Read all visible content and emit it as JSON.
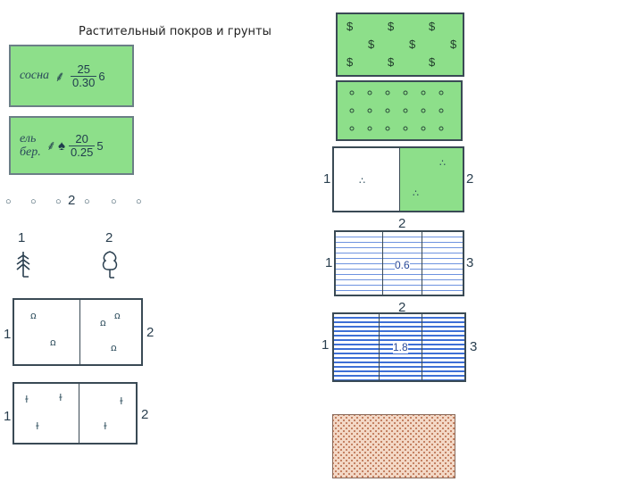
{
  "title": "Растительный покров и грунты",
  "forest1": {
    "species": "сосна",
    "height": "25",
    "diameter": "0.30",
    "spacing": "6"
  },
  "forest2": {
    "species1": "ель",
    "species2": "бер.",
    "height": "20",
    "diameter": "0.25",
    "spacing": "5"
  },
  "row_label": "2",
  "tree_labels": {
    "left": "1",
    "right": "2"
  },
  "box_labels": {
    "one": "1",
    "two": "2",
    "three": "3"
  },
  "marsh1_depth": "0.6",
  "marsh2_depth": "1.8",
  "colors": {
    "green": "#8ddf8a",
    "water_blue": "#3d6fd6",
    "sand": "#d9a98a",
    "dark_green": "#2a6a3a"
  }
}
